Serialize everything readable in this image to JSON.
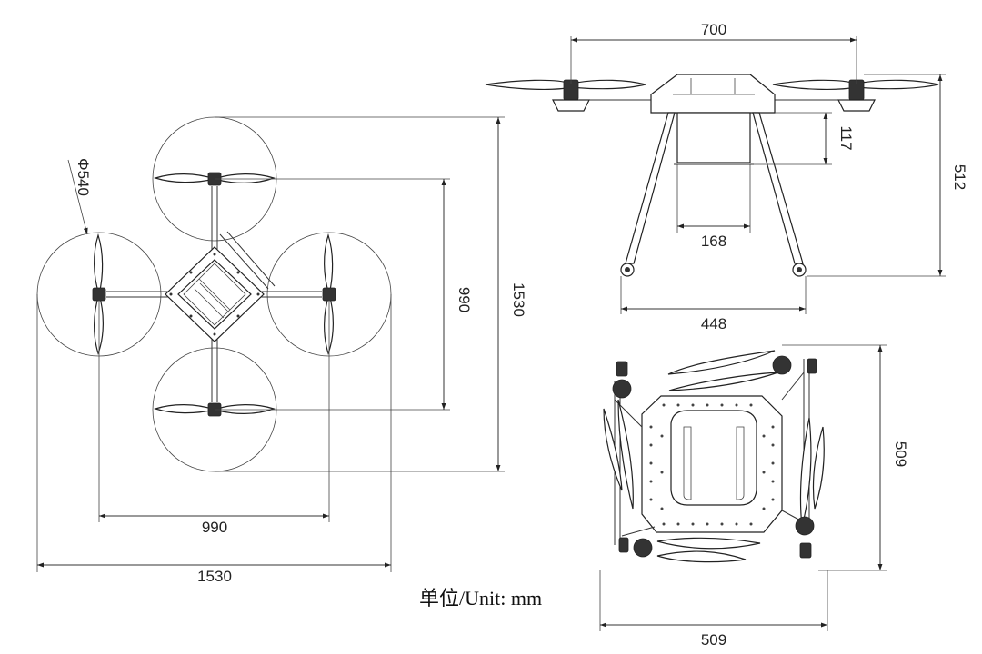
{
  "top_view": {
    "rotor_diameter": "Φ540",
    "motor_span_horizontal": "990",
    "motor_span_vertical": "990",
    "overall_width": "1530",
    "overall_height": "1530"
  },
  "side_view": {
    "motor_span": "700",
    "overall_height": "512",
    "tank_height": "117",
    "tank_width": "168",
    "landing_gear_width": "448"
  },
  "folded_view": {
    "width": "509",
    "height": "509"
  },
  "unit_label": "单位/Unit: mm",
  "colors": {
    "line": "#333333",
    "background": "#ffffff"
  }
}
